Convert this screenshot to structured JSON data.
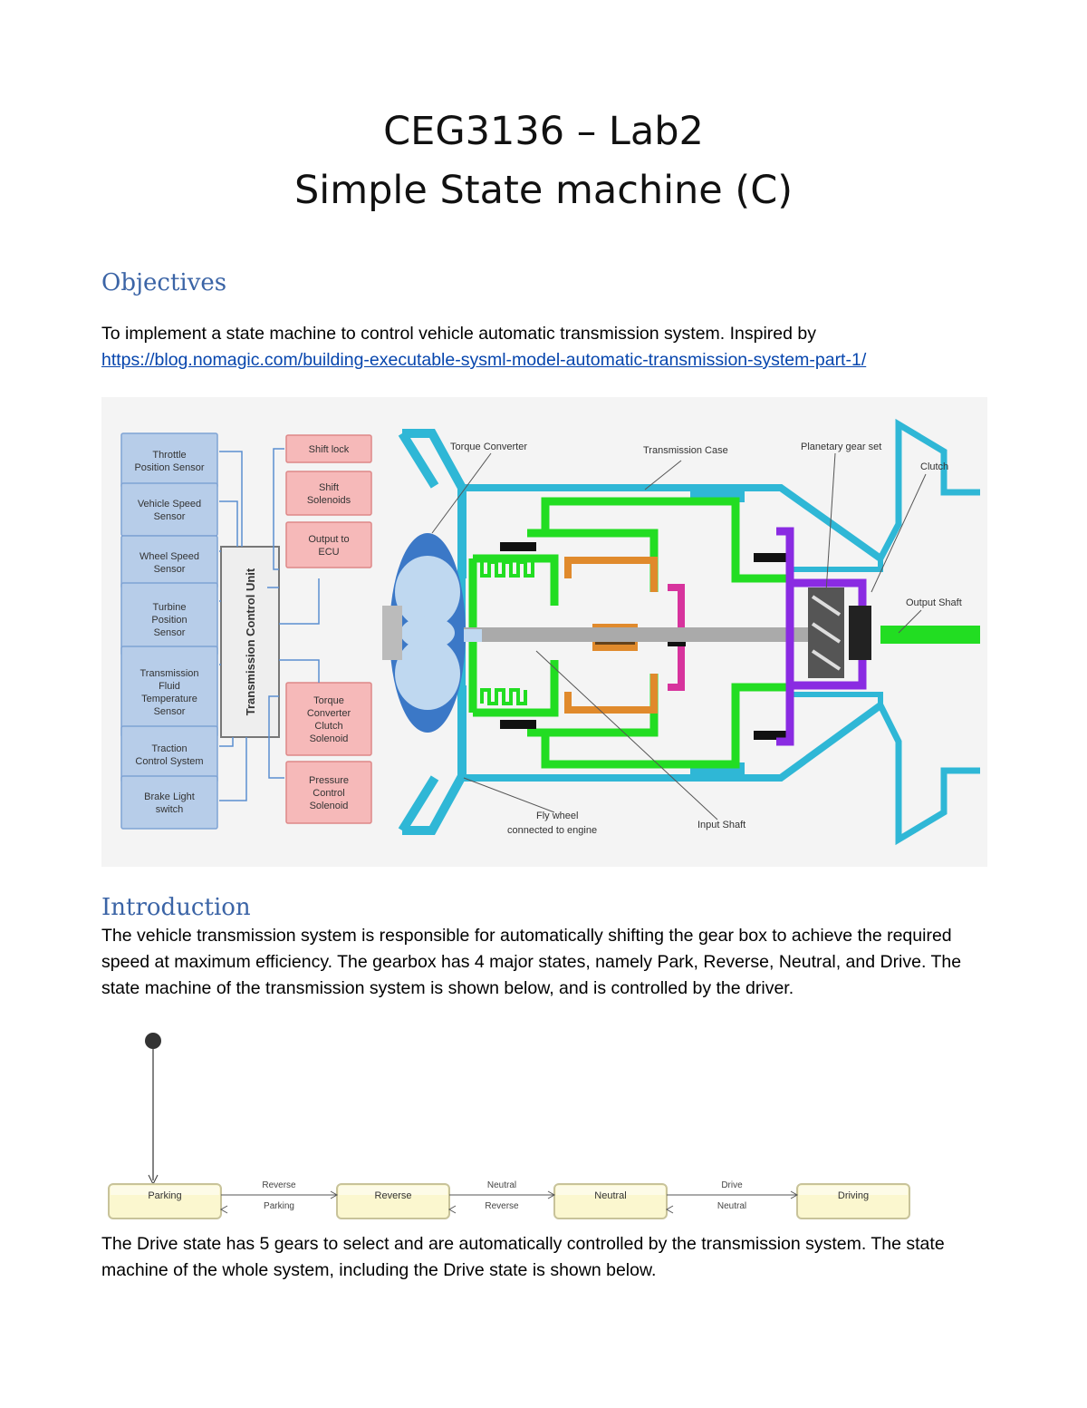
{
  "doc": {
    "title_line1": "CEG3136 – Lab2",
    "title_line2": "Simple State machine (C)",
    "objectives_heading": "Objectives",
    "objectives_text": "To implement a state machine to control vehicle automatic transmission system. Inspired by",
    "objectives_link": "https://blog.nomagic.com/building-executable-sysml-model-automatic-transmission-system-part-1/",
    "intro_heading": "Introduction",
    "intro_text": "The vehicle transmission system is responsible for automatically shifting the gear box to achieve the required speed at maximum efficiency. The gearbox has 4 major states, namely Park, Reverse, Neutral, and Drive. The state machine of the transmission system is shown below, and is controlled by the driver.",
    "drive_text": "The Drive state has 5 gears to select and are automatically controlled by the transmission system. The state machine of the whole system, including the Drive state is shown below."
  },
  "figure": {
    "sensors": [
      "Throttle Position Sensor",
      "Vehicle Speed Sensor",
      "Wheel Speed Sensor",
      "Turbine Position Sensor",
      "Transmission Fluid Temperature Sensor",
      "Traction Control System",
      "Brake Light switch"
    ],
    "sensor_lines": [
      [
        "Throttle",
        "Position Sensor"
      ],
      [
        "Vehicle Speed",
        "Sensor"
      ],
      [
        "Wheel Speed",
        "Sensor"
      ],
      [
        "Turbine",
        "Position",
        "Sensor"
      ],
      [
        "Transmission",
        "Fluid",
        "Temperature",
        "Sensor"
      ],
      [
        "Traction",
        "Control System"
      ],
      [
        "Brake Light",
        "switch"
      ]
    ],
    "tcu_label": "Transmission Control Unit",
    "outputs_lines": [
      [
        "Shift lock"
      ],
      [
        "Shift",
        "Solenoids"
      ],
      [
        "Output to",
        "ECU"
      ],
      [
        "Torque",
        "Converter",
        "Clutch",
        "Solenoid"
      ],
      [
        "Pressure",
        "Control",
        "Solenoid"
      ]
    ],
    "labels": {
      "torque_converter": "Torque Converter",
      "transmission_case": "Transmission Case",
      "planetary": "Planetary gear set",
      "clutch": "Clutch",
      "output_shaft": "Output Shaft",
      "flywheel_1": "Fly wheel",
      "flywheel_2": "connected to engine",
      "input_shaft": "Input Shaft"
    }
  },
  "state_machine": {
    "states": [
      "Parking",
      "Reverse",
      "Neutral",
      "Driving"
    ],
    "transitions_forward": [
      "Reverse",
      "Neutral",
      "Drive"
    ],
    "transitions_back": [
      "Parking",
      "Reverse",
      "Neutral"
    ]
  },
  "colors": {
    "heading": "#3b64a6",
    "link": "#0645ad",
    "sensor_box": "#b7cde9",
    "output_box": "#f6b9b9",
    "case": "#2fb7d6",
    "green": "#22dd22",
    "orange": "#e08a2c",
    "magenta": "#d7339d",
    "purple": "#8a2be2",
    "state_fill": "#fbf7cf"
  }
}
